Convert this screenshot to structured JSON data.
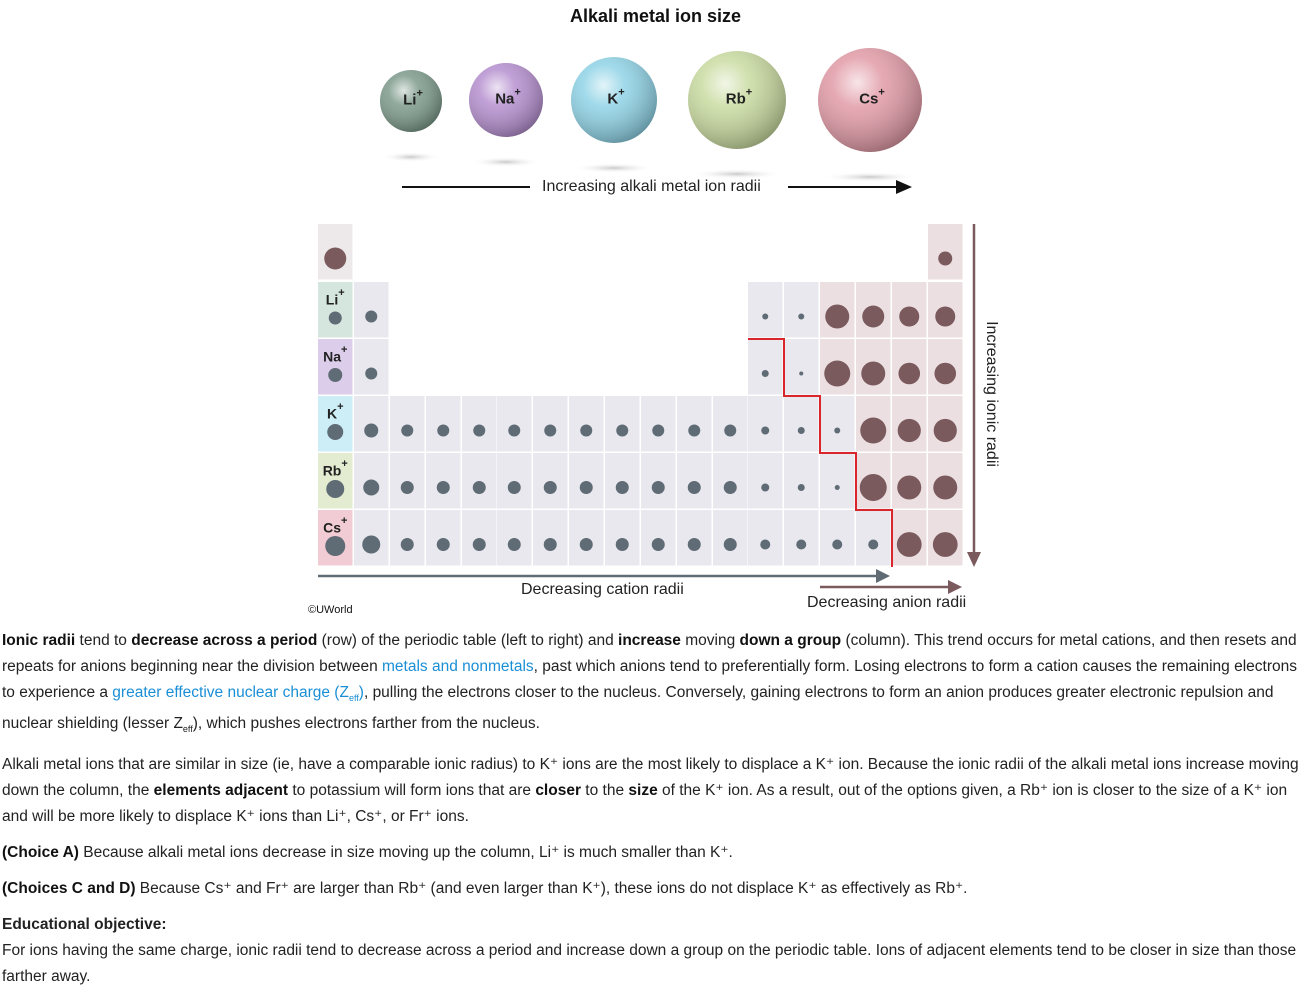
{
  "figure": {
    "title": "Alkali metal ion size",
    "balls": [
      {
        "symbol": "Li",
        "charge": "+",
        "color": "#7d9a8b"
      },
      {
        "symbol": "Na",
        "charge": "+",
        "color": "#b58fcf"
      },
      {
        "symbol": "K",
        "charge": "+",
        "color": "#8fd3e6"
      },
      {
        "symbol": "Rb",
        "charge": "+",
        "color": "#c9dba0"
      },
      {
        "symbol": "Cs",
        "charge": "+",
        "color": "#e19aa6"
      }
    ],
    "arrow_label": "Increasing alkali metal ion radii",
    "cation_label": "Decreasing cation radii",
    "anion_label": "Decreasing anion radii",
    "ionic_label": "Increasing ionic radii",
    "copyright": "©UWorld",
    "cation_color": "#5f6b75",
    "anion_color": "#7a5a5c",
    "table_labels": [
      {
        "symbol": "Li",
        "charge": "+"
      },
      {
        "symbol": "Na",
        "charge": "+"
      },
      {
        "symbol": "K",
        "charge": "+"
      },
      {
        "symbol": "Rb",
        "charge": "+"
      },
      {
        "symbol": "Cs",
        "charge": "+"
      }
    ]
  },
  "text": {
    "p1": {
      "s1": "Ionic radii",
      "s2": " tend to ",
      "s3": "decrease across a period",
      "s4": " (row) of the periodic table (left to right) and ",
      "s5": "increase",
      "s6": " moving ",
      "s7": "down a group",
      "s8": " (column).  This trend occurs for metal cations, and then resets and repeats for anions beginning near the division between ",
      "s9": "metals and nonmetals",
      "s10": ", past which anions tend to preferentially form.  Losing electrons to form a cation causes the remaining electrons to experience a ",
      "s11": "greater effective nuclear charge (Z",
      "s11sub": "eff",
      "s11end": ")",
      "s12": ", pulling the electrons closer to the nucleus.  Conversely, gaining electrons to form an anion produces greater electronic repulsion and nuclear shielding (lesser Z",
      "s12sub": "eff",
      "s13": "), which pushes electrons farther from the nucleus."
    },
    "p2": {
      "s1": "Alkali metal ions that are similar in size (ie, have a comparable ionic radius) to K⁺ ions are the most likely to displace a K⁺ ion.  Because the ionic radii of the alkali metal ions increase moving down the column, the ",
      "s2": "elements adjacent",
      "s3": " to potassium will form ions that are ",
      "s4": "closer",
      "s5": " to the ",
      "s6": "size",
      "s7": " of the K⁺ ion.  As a result, out of the options given, a Rb⁺ ion is closer to the size of a K⁺ ion and will be more likely to displace K⁺ ions than Li⁺, Cs⁺, or Fr⁺ ions."
    },
    "p3": {
      "s1": "(Choice A)",
      "s2": "  Because alkali metal ions decrease in size moving up the column, Li⁺ is much smaller than K⁺."
    },
    "p4": {
      "s1": "(Choices C and D)",
      "s2": "  Because Cs⁺ and Fr⁺ are larger than Rb⁺ (and even larger than K⁺), these ions do not displace K⁺ as effectively as Rb⁺."
    },
    "edu_heading": "Educational objective:",
    "edu_body": "For ions having the same charge, ionic radii tend to decrease across a period and increase down a group on the periodic table.  Ions of adjacent elements tend to be closer in size than those farther away."
  }
}
